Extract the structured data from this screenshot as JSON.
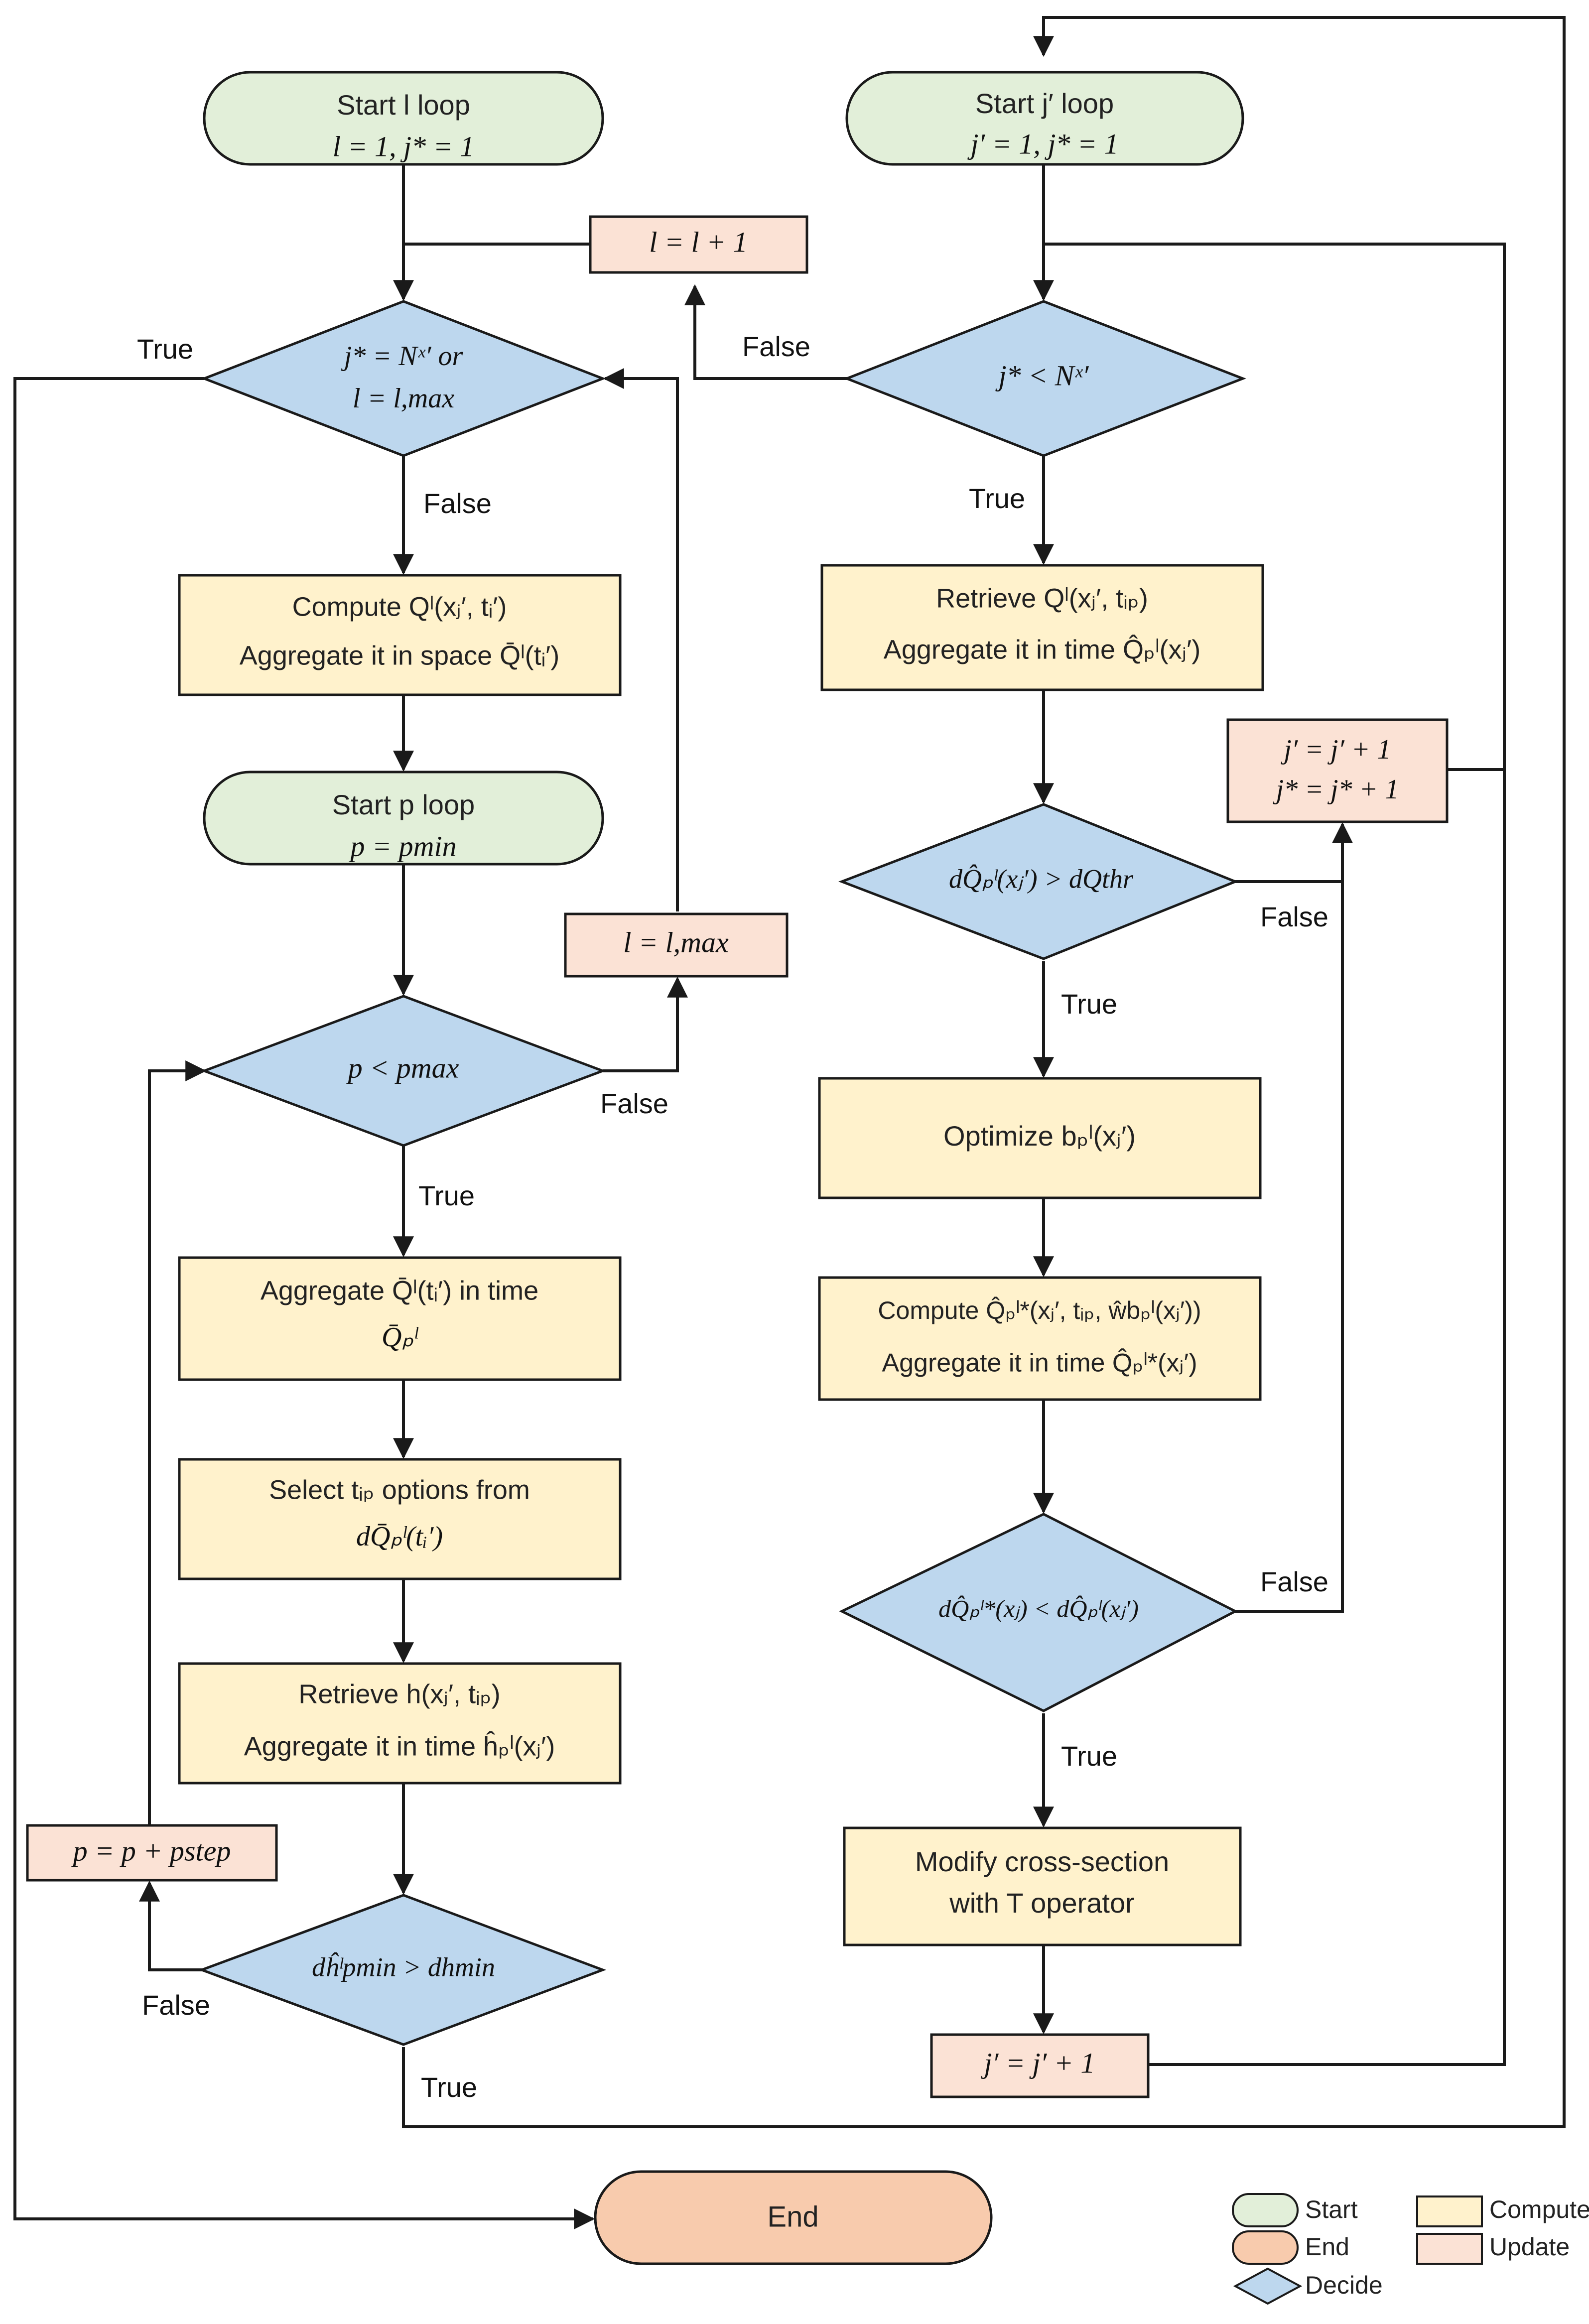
{
  "colors": {
    "start": "#e2efd9",
    "end": "#f8cbad",
    "compute": "#fff2cc",
    "update": "#fbe2d5",
    "decide": "#bdd7ee",
    "stroke": "#1a1a1a"
  },
  "left": {
    "start_l": [
      "Start l loop",
      "l = 1, j* = 1"
    ],
    "update_l_plus": "l = l + 1",
    "decide_l": [
      "j* = Nˣ′ or",
      "l = l,max"
    ],
    "compute_Q": [
      "Compute Qˡ(xⱼ′, tᵢ′)",
      "Aggregate it in space Q̄ˡ(tᵢ′)"
    ],
    "start_p": [
      "Start p loop",
      "p = pmin"
    ],
    "update_l_max": "l = l,max",
    "decide_p": "p < pmax",
    "agg_time": [
      "Aggregate Q̄ˡ(tᵢ′) in time",
      "Q̄ₚˡ"
    ],
    "select_tip": [
      "Select tᵢₚ options from",
      "dQ̄ₚˡ(tᵢ′)"
    ],
    "retrieve_h": [
      "Retrieve h(xⱼ′, tᵢₚ)",
      "Aggregate it in time ĥₚˡ(xⱼ′)"
    ],
    "update_p": "p = p + pstep",
    "decide_h": "dĥˡpmin > dhmin"
  },
  "right": {
    "start_j": [
      "Start j′ loop",
      "j′ = 1, j* = 1"
    ],
    "decide_j": "j* < Nˣ′",
    "retrieve_Q": [
      "Retrieve Qˡ(xⱼ′, tᵢₚ)",
      "Aggregate it in time Q̂ₚˡ(xⱼ′)"
    ],
    "update_j_both": [
      "j′ = j′ + 1",
      "j* = j* + 1"
    ],
    "decide_dQ": "dQ̂ₚˡ(xⱼ′) > dQthr",
    "optimize": "Optimize bₚˡ(xⱼ′)",
    "compute_Qstar": [
      "Compute Q̂ₚˡ*(xⱼ′, tᵢₚ, ŵbₚˡ(xⱼ′))",
      "Aggregate it in time Q̂ₚˡ*(xⱼ′)"
    ],
    "decide_star": "dQ̂ₚˡ*(xⱼ) < dQ̂ₚˡ(xⱼ′)",
    "modify": [
      "Modify cross-section",
      "with T operator"
    ],
    "update_j": "j′ = j′ + 1"
  },
  "end_label": "End",
  "edges": {
    "true": "True",
    "false": "False"
  },
  "legend": {
    "start": "Start",
    "end": "End",
    "decide": "Decide",
    "compute": "Compute",
    "update": "Update"
  }
}
